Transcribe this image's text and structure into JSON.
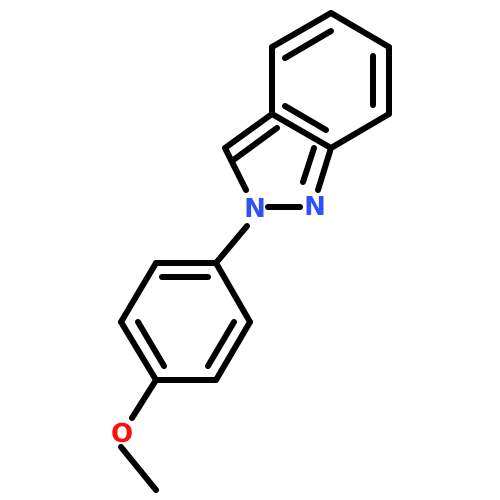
{
  "molecule": {
    "atoms": {
      "n_substituted": {
        "symbol": "N",
        "color": "#3050F8"
      },
      "n_imine": {
        "symbol": "N",
        "color": "#3050F8"
      },
      "o_methoxy": {
        "symbol": "O",
        "color": "#FF0D0D"
      }
    },
    "bond_color": "#000000"
  }
}
